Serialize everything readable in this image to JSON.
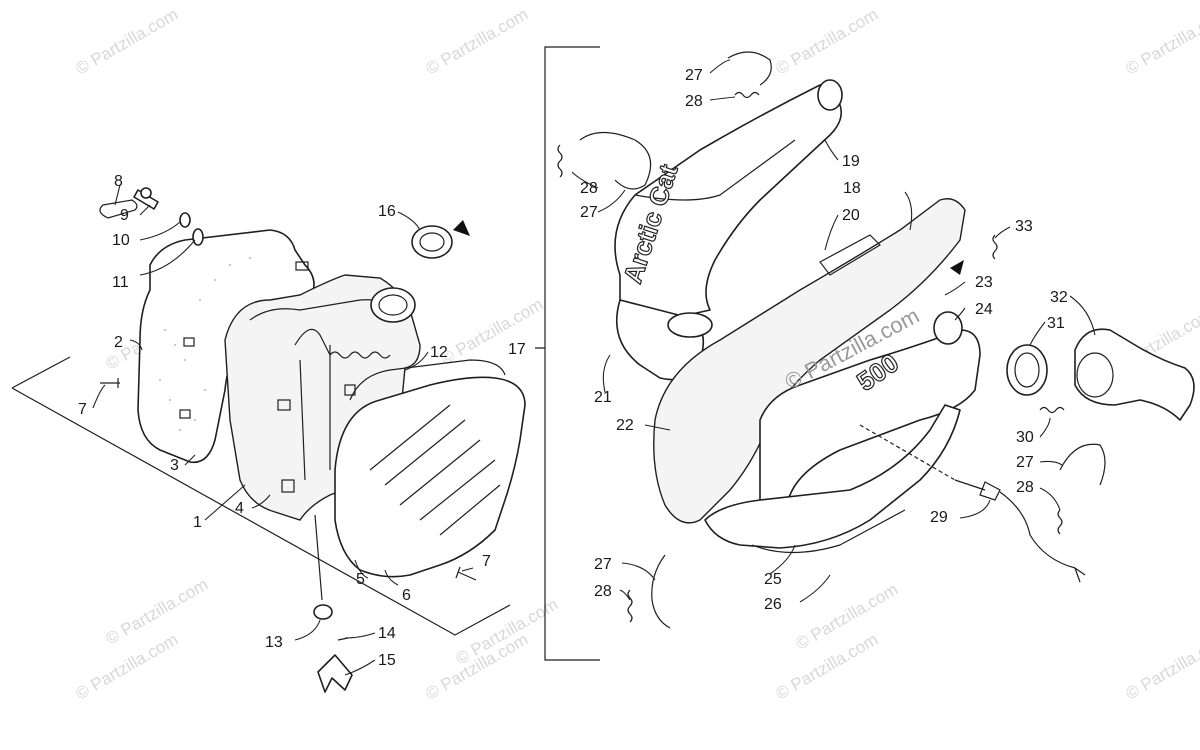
{
  "watermarks": {
    "small": "© Partzilla.com",
    "large": "© Partzilla.com"
  },
  "brand_marks": {
    "pipe_logo": "Arctic Cat",
    "pipe_number": "500"
  },
  "callouts": [
    "1",
    "2",
    "3",
    "4",
    "5",
    "6",
    "7",
    "7",
    "8",
    "9",
    "10",
    "11",
    "12",
    "13",
    "14",
    "15",
    "16",
    "17",
    "18",
    "19",
    "20",
    "21",
    "22",
    "23",
    "24",
    "25",
    "26",
    "27",
    "27",
    "27",
    "27",
    "28",
    "28",
    "28",
    "28",
    "29",
    "30",
    "31",
    "32",
    "33"
  ],
  "colors": {
    "line": "#1f1f1f",
    "watermark": "#d8d8d8",
    "watermark_center": "#9a9a9a",
    "background": "#ffffff"
  }
}
